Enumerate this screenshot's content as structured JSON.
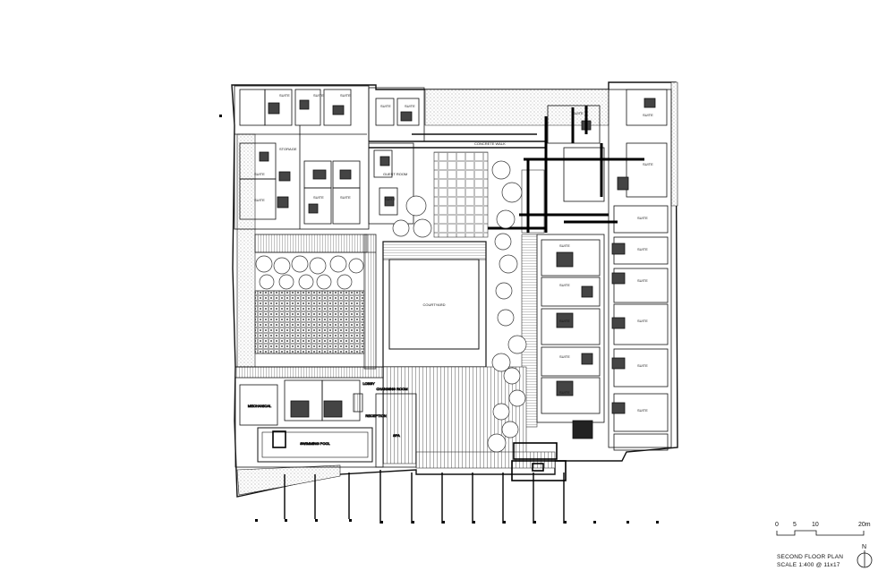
{
  "plan": {
    "title_line1": "SECOND FLOOR PLAN",
    "title_line2": "SCALE 1:400 @ 11x17",
    "north_label": "N",
    "scale_bar": {
      "ticks": [
        "0",
        "5",
        "10",
        "20m"
      ]
    }
  },
  "rooms": {
    "courtyard": "COURTYARD",
    "mechanical": "MECHANICAL",
    "swimming_pool": "SWIMMING POOL",
    "spa": "SPA",
    "changing_room": "CHANGING ROOM",
    "reception": "RECEPTION",
    "lobby": "LOBBY",
    "walkway": "CONCRETE WALK",
    "suite": "SUITE",
    "guest_room": "GUEST ROOM",
    "storage": "STORAGE"
  },
  "colors": {
    "line": "#111111",
    "hatch": "#9a9a9a",
    "tree": "#333333"
  }
}
